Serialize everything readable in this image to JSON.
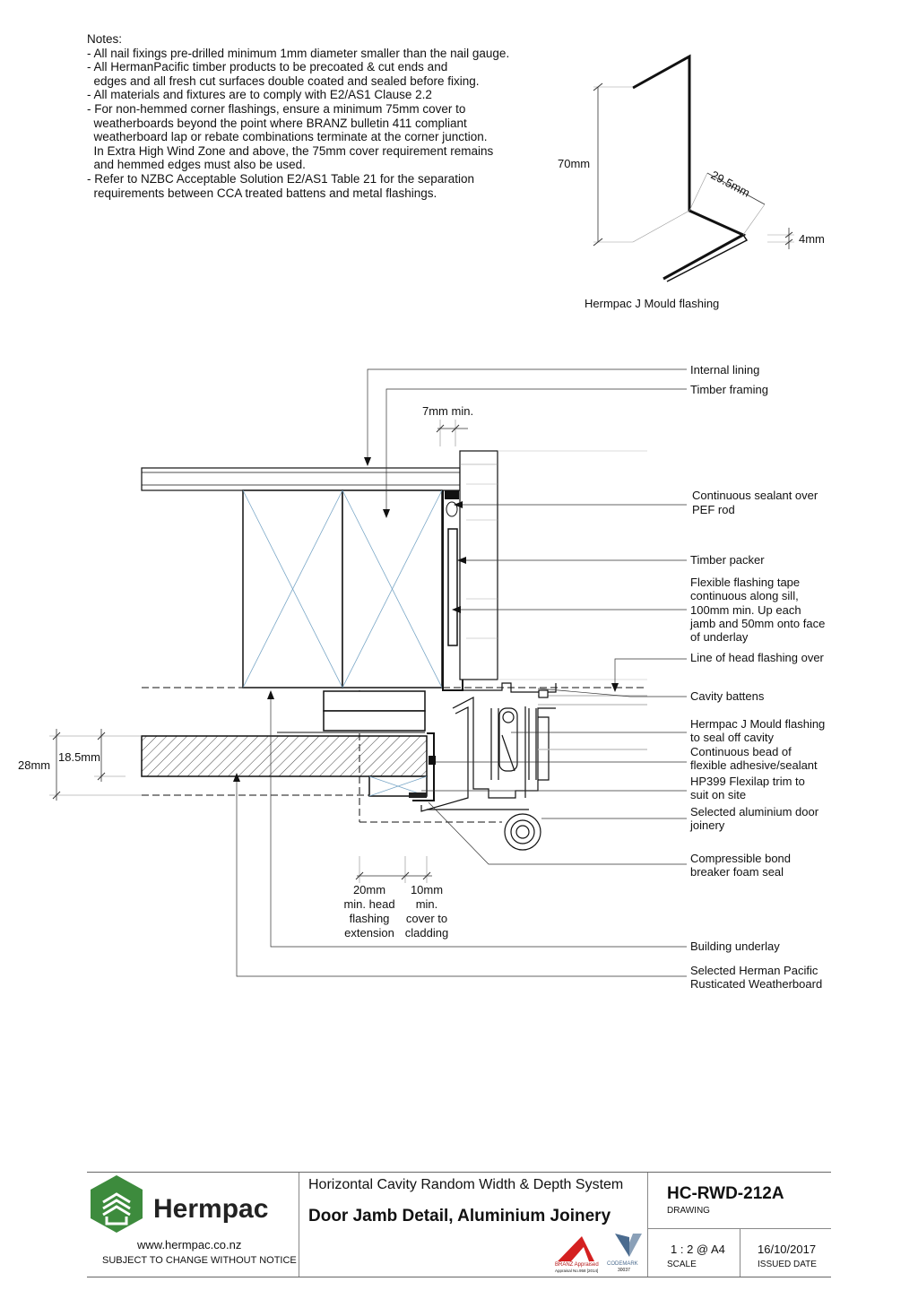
{
  "notes": {
    "heading": "Notes:",
    "lines": [
      "- All nail fixings pre-drilled minimum 1mm diameter smaller than the nail gauge.",
      "- All HermanPacific timber products to be precoated & cut ends and",
      "  edges and all fresh cut surfaces double coated and sealed before fixing.",
      "- All materials and fixtures are to comply with E2/AS1 Clause 2.2",
      "- For non-hemmed corner flashings, ensure a minimum 75mm cover to",
      "  weatherboards beyond the point where BRANZ bulletin 411 compliant",
      "  weatherboard lap or rebate combinations terminate at the corner junction.",
      "  In Extra High Wind Zone and above, the 75mm cover requirement remains",
      "  and hemmed edges must also be used.",
      "- Refer to NZBC Acceptable Solution E2/AS1 Table 21 for the separation",
      "  requirements between CCA treated battens and metal flashings."
    ]
  },
  "flashing_diagram": {
    "dim_height": "70mm",
    "dim_width": "29.5mm",
    "dim_hem": "4mm",
    "caption": "Hermpac J Mould flashing"
  },
  "detail": {
    "dim_gap": "7mm min.",
    "dim_28": "28mm",
    "dim_18": "18.5mm",
    "dim_20": [
      "20mm",
      "min. head",
      "flashing",
      "extension"
    ],
    "dim_10": [
      "10mm",
      "min.",
      "cover to",
      "cladding"
    ],
    "callouts": [
      [
        "Internal lining"
      ],
      [
        "Timber framing"
      ],
      [
        "Continuous sealant over",
        "PEF rod"
      ],
      [
        "Timber packer"
      ],
      [
        "Flexible flashing tape",
        "continuous along sill,",
        "100mm min. Up each",
        "jamb and 50mm onto face",
        "of underlay"
      ],
      [
        "Line of head flashing over"
      ],
      [
        "Cavity battens"
      ],
      [
        "Hermpac J Mould flashing",
        "to seal off cavity"
      ],
      [
        "Continuous bead of",
        "flexible adhesive/sealant"
      ],
      [
        "HP399 Flexilap trim to",
        "suit on site"
      ],
      [
        "Selected aluminium door",
        "joinery"
      ],
      [
        "Compressible bond",
        "breaker foam seal"
      ],
      [
        "Building underlay"
      ],
      [
        "Selected Herman Pacific",
        "Rusticated Weatherboard"
      ]
    ]
  },
  "title_block": {
    "brand": "Hermpac",
    "brand_color": "#3d8b3d",
    "website": "www.hermpac.co.nz",
    "disclaimer": "SUBJECT TO CHANGE WITHOUT NOTICE",
    "system": "Horizontal Cavity Random Width & Depth System",
    "title": "Door Jamb Detail, Aluminium Joinery",
    "drawing_no": "HC-RWD-212A",
    "drawing_label": "DRAWING",
    "scale": "1 : 2 @ A4",
    "scale_label": "SCALE",
    "date": "16/10/2017",
    "date_label": "ISSUED DATE",
    "branz_mark": "BRANZ Appraised",
    "branz_number": "Appraisal No.958 [2014]",
    "codemark": "CODEMARK",
    "codemark_number": "30037"
  }
}
